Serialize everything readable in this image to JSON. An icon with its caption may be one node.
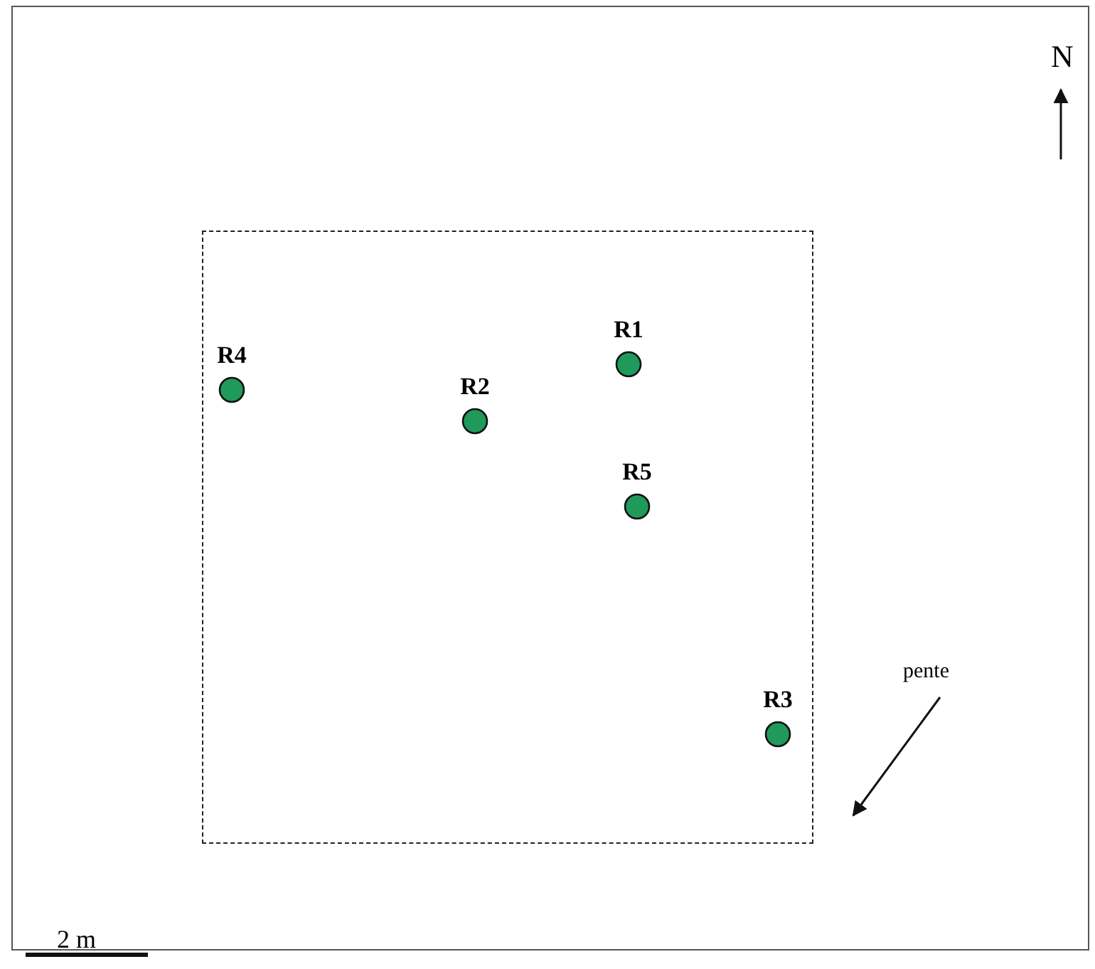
{
  "diagram": {
    "nodes": [
      {
        "text": [],
        "shape": "box"
      },
      {
        "text": [
          "R1"
        ],
        "in": 0
      },
      {
        "text": [
          "R4"
        ],
        "in": 0
      },
      {
        "text": [
          "R2"
        ],
        "in": 0
      },
      {
        "text": [
          "R5"
        ],
        "in": 0
      },
      {
        "text": [
          "R3"
        ],
        "in": 0
      }
    ],
    "edges": [],
    "labels": [
      "N",
      "pente",
      "2 m"
    ]
  }
}
